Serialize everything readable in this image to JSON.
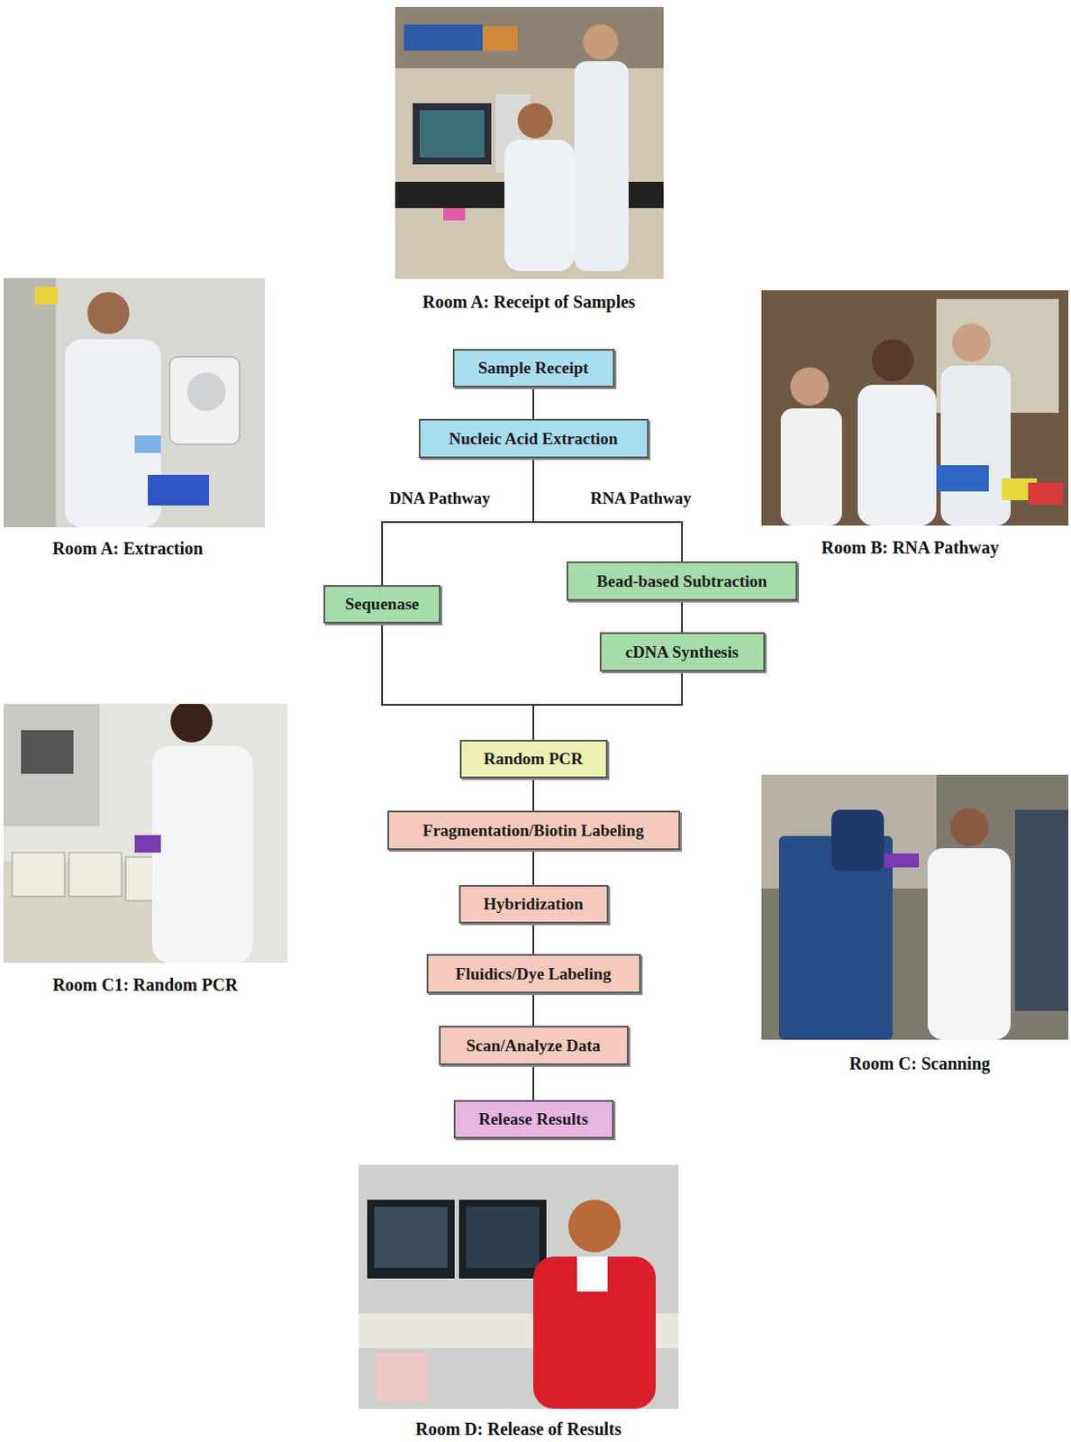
{
  "diagram": {
    "nodes": [
      {
        "text": [
          "Sample Receipt"
        ]
      },
      {
        "text": [
          "Nucleic Acid Extraction"
        ]
      },
      {
        "text": [
          "Sequenase"
        ]
      },
      {
        "text": [
          "Bead-based Subtraction"
        ]
      },
      {
        "text": [
          "cDNA Synthesis"
        ]
      },
      {
        "text": [
          "Random PCR"
        ]
      },
      {
        "text": [
          "Fragmentation/Biotin Labeling"
        ]
      },
      {
        "text": [
          "Hybridization"
        ]
      },
      {
        "text": [
          "Fluidics/Dye Labeling"
        ]
      },
      {
        "text": [
          "Scan/Analyze Data"
        ]
      },
      {
        "text": [
          "Release Results"
        ]
      }
    ],
    "edges": [
      {
        "from": 0,
        "to": 1,
        "arrow": "none"
      },
      {
        "from": 1,
        "to": 2,
        "label": "DNA Pathway",
        "arrow": "none"
      },
      {
        "from": 1,
        "to": 3,
        "label": "RNA Pathway",
        "arrow": "none"
      },
      {
        "from": 3,
        "to": 4,
        "arrow": "none"
      },
      {
        "from": 2,
        "to": 5,
        "arrow": "none"
      },
      {
        "from": 4,
        "to": 5,
        "arrow": "none"
      },
      {
        "from": 5,
        "to": 6,
        "arrow": "none"
      },
      {
        "from": 6,
        "to": 7,
        "arrow": "none"
      },
      {
        "from": 7,
        "to": 8,
        "arrow": "none"
      },
      {
        "from": 8,
        "to": 9,
        "arrow": "none"
      },
      {
        "from": 9,
        "to": 10,
        "arrow": "none"
      }
    ],
    "labels": [
      "Room A: Receipt of Samples",
      "Room A: Extraction",
      "Room B: RNA Pathway",
      "Room C1: Random PCR",
      "Room C: Scanning",
      "Room D: Release of Results"
    ]
  }
}
